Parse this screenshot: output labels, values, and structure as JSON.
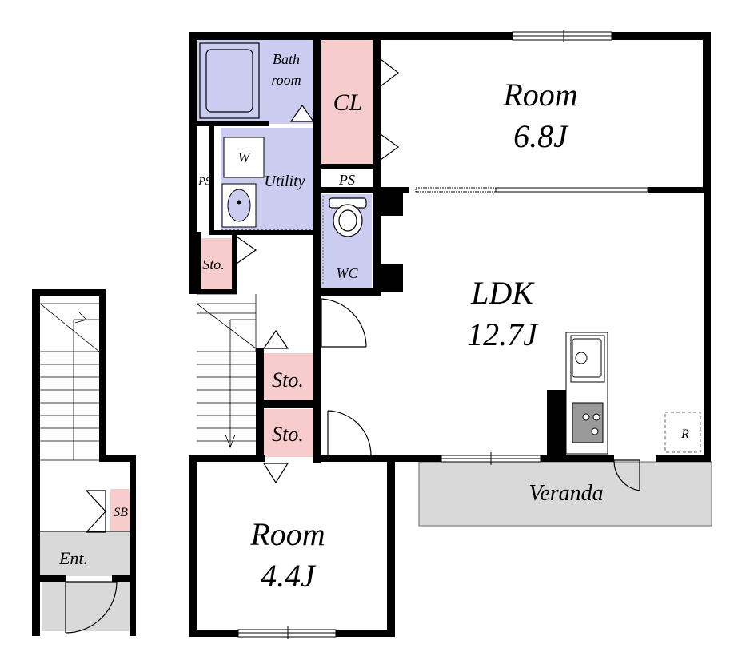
{
  "colors": {
    "wall": "#000000",
    "wet_area": "#ccccf0",
    "storage": "#f6cccc",
    "veranda": "#d9d9d9",
    "background": "#ffffff"
  },
  "labels": {
    "bath_line1": "Bath",
    "bath_line2": "room",
    "closet": "CL",
    "room_a_line1": "Room",
    "room_a_line2": "6.8J",
    "ps_left": "PS",
    "washer": "W",
    "utility": "Utility",
    "ps_mid": "PS",
    "wc": "WC",
    "storage_small": "Sto.",
    "ldk_line1": "LDK",
    "ldk_line2": "12.7J",
    "storage_upper": "Sto.",
    "storage_lower": "Sto.",
    "fridge": "R",
    "veranda": "Veranda",
    "room_b_line1": "Room",
    "room_b_line2": "4.4J",
    "shoe_box": "SB",
    "entrance": "Ent."
  },
  "icons": [
    "door-swing-icon",
    "toilet-icon",
    "wash-basin-icon",
    "sink-icon",
    "stove-icon",
    "stairs-icon",
    "window-icon"
  ]
}
